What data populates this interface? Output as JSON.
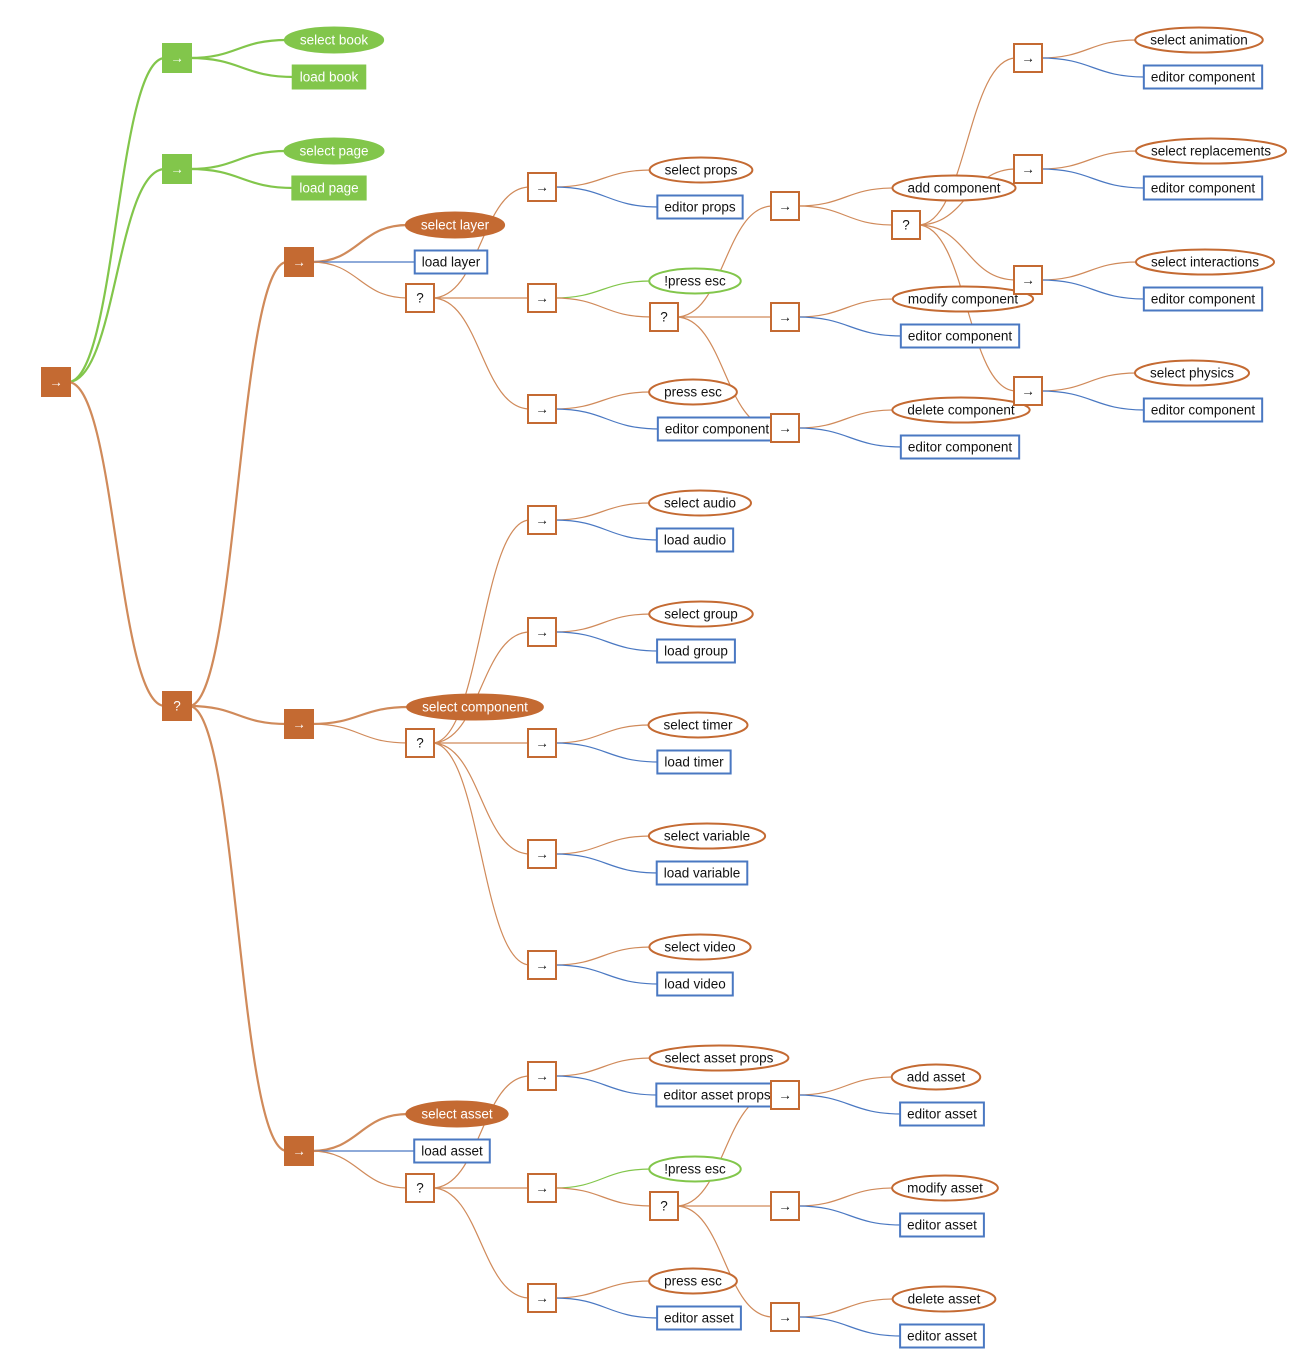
{
  "colors": {
    "green": "#82c64b",
    "orange": "#c46a32",
    "orange_edge": "#d08a5a",
    "blue": "#4a78c2",
    "white": "#ffffff",
    "text_dark": "#111111"
  },
  "diagram": {
    "nodes": [
      {
        "id": "root",
        "kind": "seq",
        "label": "→",
        "style": "filled-orange"
      },
      {
        "id": "g1",
        "kind": "seq",
        "label": "→",
        "style": "filled-green"
      },
      {
        "id": "g1a",
        "kind": "condition",
        "label": "select book",
        "style": "filled-green"
      },
      {
        "id": "g1b",
        "kind": "action",
        "label": "load book",
        "style": "filled-green"
      },
      {
        "id": "g2",
        "kind": "seq",
        "label": "→",
        "style": "filled-green"
      },
      {
        "id": "g2a",
        "kind": "condition",
        "label": "select page",
        "style": "filled-green"
      },
      {
        "id": "g2b",
        "kind": "action",
        "label": "load page",
        "style": "filled-green"
      },
      {
        "id": "sel",
        "kind": "fallback",
        "label": "?",
        "style": "filled-orange"
      },
      {
        "id": "L",
        "kind": "seq",
        "label": "→",
        "style": "filled-orange"
      },
      {
        "id": "L_sel",
        "kind": "condition",
        "label": "select layer",
        "style": "filled-orange"
      },
      {
        "id": "L_load",
        "kind": "action",
        "label": "load layer",
        "style": "outline-blue"
      },
      {
        "id": "L_q",
        "kind": "fallback",
        "label": "?",
        "style": "outline-orange"
      },
      {
        "id": "L_s1",
        "kind": "seq",
        "label": "→",
        "style": "outline-orange"
      },
      {
        "id": "L_s1a",
        "kind": "condition",
        "label": "select props",
        "style": "outline-orange"
      },
      {
        "id": "L_s1b",
        "kind": "action",
        "label": "editor props",
        "style": "outline-blue"
      },
      {
        "id": "L_s2",
        "kind": "seq",
        "label": "→",
        "style": "outline-orange"
      },
      {
        "id": "L_s2a",
        "kind": "condition",
        "label": "!press esc",
        "style": "outline-green"
      },
      {
        "id": "L_q2",
        "kind": "fallback",
        "label": "?",
        "style": "outline-orange"
      },
      {
        "id": "L_s3",
        "kind": "seq",
        "label": "→",
        "style": "outline-orange"
      },
      {
        "id": "L_s3a",
        "kind": "condition",
        "label": "press esc",
        "style": "outline-orange"
      },
      {
        "id": "L_s3b",
        "kind": "action",
        "label": "editor component",
        "style": "outline-blue"
      },
      {
        "id": "L_add",
        "kind": "seq",
        "label": "→",
        "style": "outline-orange"
      },
      {
        "id": "L_add_c",
        "kind": "condition",
        "label": "add component",
        "style": "outline-orange"
      },
      {
        "id": "L_add_q",
        "kind": "fallback",
        "label": "?",
        "style": "outline-orange"
      },
      {
        "id": "L_mod",
        "kind": "seq",
        "label": "→",
        "style": "outline-orange"
      },
      {
        "id": "L_mod_c",
        "kind": "condition",
        "label": "modify component",
        "style": "outline-orange"
      },
      {
        "id": "L_mod_a",
        "kind": "action",
        "label": "editor component",
        "style": "outline-blue"
      },
      {
        "id": "L_del",
        "kind": "seq",
        "label": "→",
        "style": "outline-orange"
      },
      {
        "id": "L_del_c",
        "kind": "condition",
        "label": "delete component",
        "style": "outline-orange"
      },
      {
        "id": "L_del_a",
        "kind": "action",
        "label": "editor component",
        "style": "outline-blue"
      },
      {
        "id": "R1",
        "kind": "seq",
        "label": "→",
        "style": "outline-orange"
      },
      {
        "id": "R1a",
        "kind": "condition",
        "label": "select animation",
        "style": "outline-orange"
      },
      {
        "id": "R1b",
        "kind": "action",
        "label": "editor component",
        "style": "outline-blue"
      },
      {
        "id": "R2",
        "kind": "seq",
        "label": "→",
        "style": "outline-orange"
      },
      {
        "id": "R2a",
        "kind": "condition",
        "label": "select replacements",
        "style": "outline-orange"
      },
      {
        "id": "R2b",
        "kind": "action",
        "label": "editor component",
        "style": "outline-blue"
      },
      {
        "id": "R3",
        "kind": "seq",
        "label": "→",
        "style": "outline-orange"
      },
      {
        "id": "R3a",
        "kind": "condition",
        "label": "select interactions",
        "style": "outline-orange"
      },
      {
        "id": "R3b",
        "kind": "action",
        "label": "editor component",
        "style": "outline-blue"
      },
      {
        "id": "R4",
        "kind": "seq",
        "label": "→",
        "style": "outline-orange"
      },
      {
        "id": "R4a",
        "kind": "condition",
        "label": "select physics",
        "style": "outline-orange"
      },
      {
        "id": "R4b",
        "kind": "action",
        "label": "editor component",
        "style": "outline-blue"
      },
      {
        "id": "C",
        "kind": "seq",
        "label": "→",
        "style": "filled-orange"
      },
      {
        "id": "C_sel",
        "kind": "condition",
        "label": "select component",
        "style": "filled-orange"
      },
      {
        "id": "C_q",
        "kind": "fallback",
        "label": "?",
        "style": "outline-orange"
      },
      {
        "id": "C1",
        "kind": "seq",
        "label": "→",
        "style": "outline-orange"
      },
      {
        "id": "C1a",
        "kind": "condition",
        "label": "select audio",
        "style": "outline-orange"
      },
      {
        "id": "C1b",
        "kind": "action",
        "label": "load audio",
        "style": "outline-blue"
      },
      {
        "id": "C2",
        "kind": "seq",
        "label": "→",
        "style": "outline-orange"
      },
      {
        "id": "C2a",
        "kind": "condition",
        "label": "select group",
        "style": "outline-orange"
      },
      {
        "id": "C2b",
        "kind": "action",
        "label": "load group",
        "style": "outline-blue"
      },
      {
        "id": "C3",
        "kind": "seq",
        "label": "→",
        "style": "outline-orange"
      },
      {
        "id": "C3a",
        "kind": "condition",
        "label": "select timer",
        "style": "outline-orange"
      },
      {
        "id": "C3b",
        "kind": "action",
        "label": "load timer",
        "style": "outline-blue"
      },
      {
        "id": "C4",
        "kind": "seq",
        "label": "→",
        "style": "outline-orange"
      },
      {
        "id": "C4a",
        "kind": "condition",
        "label": "select variable",
        "style": "outline-orange"
      },
      {
        "id": "C4b",
        "kind": "action",
        "label": "load variable",
        "style": "outline-blue"
      },
      {
        "id": "C5",
        "kind": "seq",
        "label": "→",
        "style": "outline-orange"
      },
      {
        "id": "C5a",
        "kind": "condition",
        "label": "select video",
        "style": "outline-orange"
      },
      {
        "id": "C5b",
        "kind": "action",
        "label": "load video",
        "style": "outline-blue"
      },
      {
        "id": "A",
        "kind": "seq",
        "label": "→",
        "style": "filled-orange"
      },
      {
        "id": "A_sel",
        "kind": "condition",
        "label": "select asset",
        "style": "filled-orange"
      },
      {
        "id": "A_load",
        "kind": "action",
        "label": "load asset",
        "style": "outline-blue"
      },
      {
        "id": "A_q",
        "kind": "fallback",
        "label": "?",
        "style": "outline-orange"
      },
      {
        "id": "A_s1",
        "kind": "seq",
        "label": "→",
        "style": "outline-orange"
      },
      {
        "id": "A_s1a",
        "kind": "condition",
        "label": "select asset props",
        "style": "outline-orange"
      },
      {
        "id": "A_s1b",
        "kind": "action",
        "label": "editor asset props",
        "style": "outline-blue"
      },
      {
        "id": "A_s2",
        "kind": "seq",
        "label": "→",
        "style": "outline-orange"
      },
      {
        "id": "A_s2a",
        "kind": "condition",
        "label": "!press esc",
        "style": "outline-green"
      },
      {
        "id": "A_q2",
        "kind": "fallback",
        "label": "?",
        "style": "outline-orange"
      },
      {
        "id": "A_s3",
        "kind": "seq",
        "label": "→",
        "style": "outline-orange"
      },
      {
        "id": "A_s3a",
        "kind": "condition",
        "label": "press esc",
        "style": "outline-orange"
      },
      {
        "id": "A_s3b",
        "kind": "action",
        "label": "editor asset",
        "style": "outline-blue"
      },
      {
        "id": "A_add",
        "kind": "seq",
        "label": "→",
        "style": "outline-orange"
      },
      {
        "id": "A_add_c",
        "kind": "condition",
        "label": "add asset",
        "style": "outline-orange"
      },
      {
        "id": "A_add_a",
        "kind": "action",
        "label": "editor asset",
        "style": "outline-blue"
      },
      {
        "id": "A_mod",
        "kind": "seq",
        "label": "→",
        "style": "outline-orange"
      },
      {
        "id": "A_mod_c",
        "kind": "condition",
        "label": "modify asset",
        "style": "outline-orange"
      },
      {
        "id": "A_mod_a",
        "kind": "action",
        "label": "editor asset",
        "style": "outline-blue"
      },
      {
        "id": "A_del",
        "kind": "seq",
        "label": "→",
        "style": "outline-orange"
      },
      {
        "id": "A_del_c",
        "kind": "condition",
        "label": "delete asset",
        "style": "outline-orange"
      },
      {
        "id": "A_del_a",
        "kind": "action",
        "label": "editor asset",
        "style": "outline-blue"
      }
    ],
    "edges": [
      [
        "root",
        "g1",
        "green",
        "thick"
      ],
      [
        "root",
        "g2",
        "green",
        "thick"
      ],
      [
        "root",
        "sel",
        "orange",
        "thick"
      ],
      [
        "g1",
        "g1a",
        "green",
        "thick"
      ],
      [
        "g1",
        "g1b",
        "green",
        "thick"
      ],
      [
        "g2",
        "g2a",
        "green",
        "thick"
      ],
      [
        "g2",
        "g2b",
        "green",
        "thick"
      ],
      [
        "sel",
        "L",
        "orange",
        "thick"
      ],
      [
        "sel",
        "C",
        "orange",
        "thick"
      ],
      [
        "sel",
        "A",
        "orange",
        "thick"
      ],
      [
        "L",
        "L_sel",
        "orange",
        "thick"
      ],
      [
        "L",
        "L_load",
        "blue",
        "thin"
      ],
      [
        "L",
        "L_q",
        "orange",
        "thin"
      ],
      [
        "L_q",
        "L_s1",
        "orange",
        "thin"
      ],
      [
        "L_q",
        "L_s2",
        "orange",
        "thin"
      ],
      [
        "L_q",
        "L_s3",
        "orange",
        "thin"
      ],
      [
        "L_s1",
        "L_s1a",
        "orange",
        "thin"
      ],
      [
        "L_s1",
        "L_s1b",
        "blue",
        "thin"
      ],
      [
        "L_s2",
        "L_s2a",
        "green",
        "thin"
      ],
      [
        "L_s2",
        "L_q2",
        "orange",
        "thin"
      ],
      [
        "L_s3",
        "L_s3a",
        "orange",
        "thin"
      ],
      [
        "L_s3",
        "L_s3b",
        "blue",
        "thin"
      ],
      [
        "L_q2",
        "L_add",
        "orange",
        "thin"
      ],
      [
        "L_q2",
        "L_mod",
        "orange",
        "thin"
      ],
      [
        "L_q2",
        "L_del",
        "orange",
        "thin"
      ],
      [
        "L_add",
        "L_add_c",
        "orange",
        "thin"
      ],
      [
        "L_add",
        "L_add_q",
        "orange",
        "thin"
      ],
      [
        "L_mod",
        "L_mod_c",
        "orange",
        "thin"
      ],
      [
        "L_mod",
        "L_mod_a",
        "blue",
        "thin"
      ],
      [
        "L_del",
        "L_del_c",
        "orange",
        "thin"
      ],
      [
        "L_del",
        "L_del_a",
        "blue",
        "thin"
      ],
      [
        "L_add_q",
        "R1",
        "orange",
        "thin"
      ],
      [
        "L_add_q",
        "R2",
        "orange",
        "thin"
      ],
      [
        "L_add_q",
        "R3",
        "orange",
        "thin"
      ],
      [
        "L_add_q",
        "R4",
        "orange",
        "thin"
      ],
      [
        "R1",
        "R1a",
        "orange",
        "thin"
      ],
      [
        "R1",
        "R1b",
        "blue",
        "thin"
      ],
      [
        "R2",
        "R2a",
        "orange",
        "thin"
      ],
      [
        "R2",
        "R2b",
        "blue",
        "thin"
      ],
      [
        "R3",
        "R3a",
        "orange",
        "thin"
      ],
      [
        "R3",
        "R3b",
        "blue",
        "thin"
      ],
      [
        "R4",
        "R4a",
        "orange",
        "thin"
      ],
      [
        "R4",
        "R4b",
        "blue",
        "thin"
      ],
      [
        "C",
        "C_sel",
        "orange",
        "thick"
      ],
      [
        "C",
        "C_q",
        "orange",
        "thin"
      ],
      [
        "C_q",
        "C1",
        "orange",
        "thin"
      ],
      [
        "C_q",
        "C2",
        "orange",
        "thin"
      ],
      [
        "C_q",
        "C3",
        "orange",
        "thin"
      ],
      [
        "C_q",
        "C4",
        "orange",
        "thin"
      ],
      [
        "C_q",
        "C5",
        "orange",
        "thin"
      ],
      [
        "C1",
        "C1a",
        "orange",
        "thin"
      ],
      [
        "C1",
        "C1b",
        "blue",
        "thin"
      ],
      [
        "C2",
        "C2a",
        "orange",
        "thin"
      ],
      [
        "C2",
        "C2b",
        "blue",
        "thin"
      ],
      [
        "C3",
        "C3a",
        "orange",
        "thin"
      ],
      [
        "C3",
        "C3b",
        "blue",
        "thin"
      ],
      [
        "C4",
        "C4a",
        "orange",
        "thin"
      ],
      [
        "C4",
        "C4b",
        "blue",
        "thin"
      ],
      [
        "C5",
        "C5a",
        "orange",
        "thin"
      ],
      [
        "C5",
        "C5b",
        "blue",
        "thin"
      ],
      [
        "A",
        "A_sel",
        "orange",
        "thick"
      ],
      [
        "A",
        "A_load",
        "blue",
        "thin"
      ],
      [
        "A",
        "A_q",
        "orange",
        "thin"
      ],
      [
        "A_q",
        "A_s1",
        "orange",
        "thin"
      ],
      [
        "A_q",
        "A_s2",
        "orange",
        "thin"
      ],
      [
        "A_q",
        "A_s3",
        "orange",
        "thin"
      ],
      [
        "A_s1",
        "A_s1a",
        "orange",
        "thin"
      ],
      [
        "A_s1",
        "A_s1b",
        "blue",
        "thin"
      ],
      [
        "A_s2",
        "A_s2a",
        "green",
        "thin"
      ],
      [
        "A_s2",
        "A_q2",
        "orange",
        "thin"
      ],
      [
        "A_s3",
        "A_s3a",
        "orange",
        "thin"
      ],
      [
        "A_s3",
        "A_s3b",
        "blue",
        "thin"
      ],
      [
        "A_q2",
        "A_add",
        "orange",
        "thin"
      ],
      [
        "A_q2",
        "A_mod",
        "orange",
        "thin"
      ],
      [
        "A_q2",
        "A_del",
        "orange",
        "thin"
      ],
      [
        "A_add",
        "A_add_c",
        "orange",
        "thin"
      ],
      [
        "A_add",
        "A_add_a",
        "blue",
        "thin"
      ],
      [
        "A_mod",
        "A_mod_c",
        "orange",
        "thin"
      ],
      [
        "A_mod",
        "A_mod_a",
        "blue",
        "thin"
      ],
      [
        "A_del",
        "A_del_c",
        "orange",
        "thin"
      ],
      [
        "A_del",
        "A_del_a",
        "blue",
        "thin"
      ]
    ]
  }
}
